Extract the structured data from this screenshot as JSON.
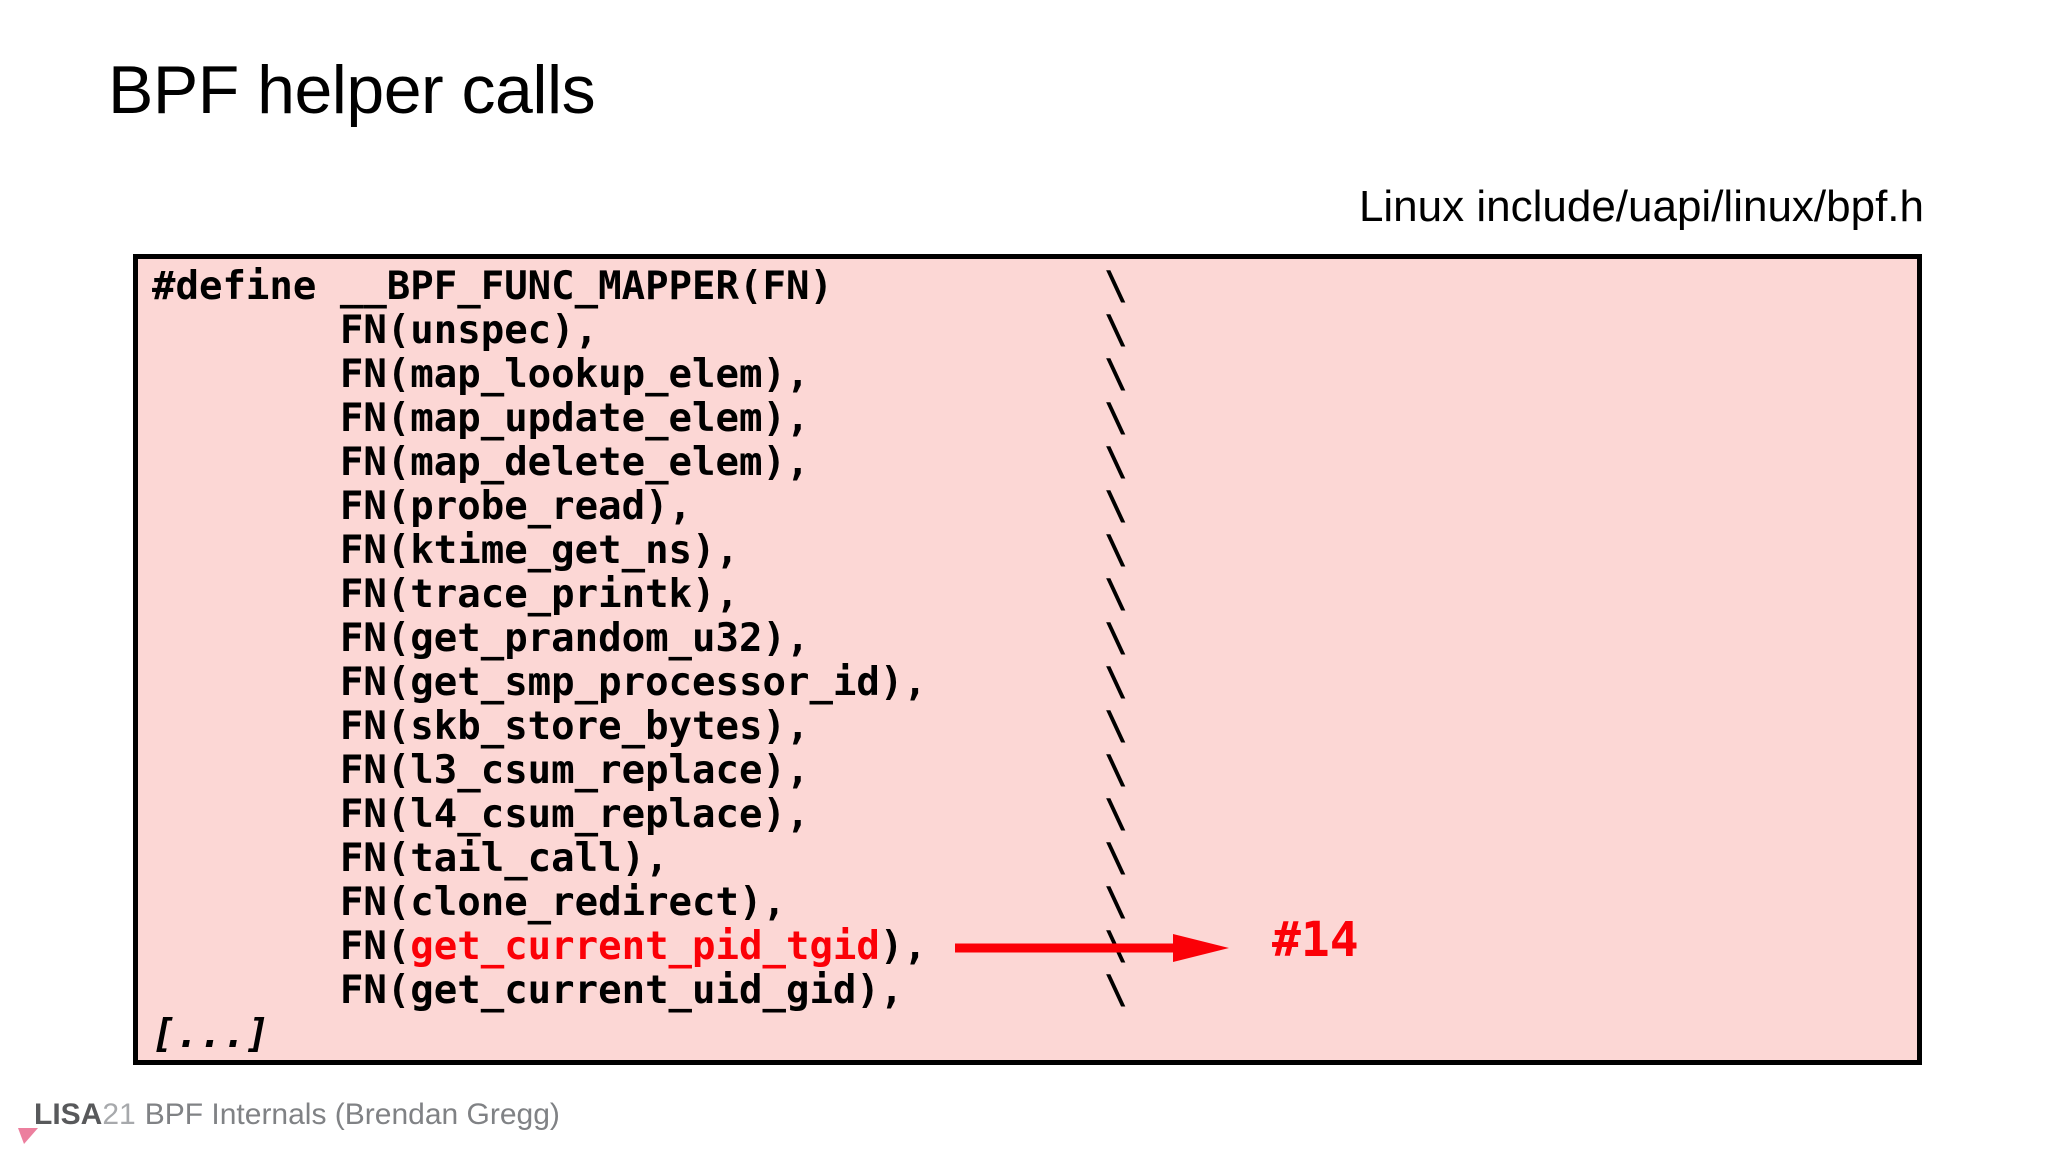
{
  "slide": {
    "title": "BPF helper calls",
    "source_caption": "Linux include/uapi/linux/bpf.h"
  },
  "code_block": {
    "background_color": "#fcd7d5",
    "border_color": "#000000",
    "text_color": "#000000",
    "highlight_color": "#fb0007",
    "continuation_char": "\\",
    "lines": [
      {
        "text": "#define __BPF_FUNC_MAPPER(FN)",
        "continuation": true,
        "highlight": null
      },
      {
        "text": "        FN(unspec),",
        "continuation": true,
        "highlight": null
      },
      {
        "text": "        FN(map_lookup_elem),",
        "continuation": true,
        "highlight": null
      },
      {
        "text": "        FN(map_update_elem),",
        "continuation": true,
        "highlight": null
      },
      {
        "text": "        FN(map_delete_elem),",
        "continuation": true,
        "highlight": null
      },
      {
        "text": "        FN(probe_read),",
        "continuation": true,
        "highlight": null
      },
      {
        "text": "        FN(ktime_get_ns),",
        "continuation": true,
        "highlight": null
      },
      {
        "text": "        FN(trace_printk),",
        "continuation": true,
        "highlight": null
      },
      {
        "text": "        FN(get_prandom_u32),",
        "continuation": true,
        "highlight": null
      },
      {
        "text": "        FN(get_smp_processor_id),",
        "continuation": true,
        "highlight": null
      },
      {
        "text": "        FN(skb_store_bytes),",
        "continuation": true,
        "highlight": null
      },
      {
        "text": "        FN(l3_csum_replace),",
        "continuation": true,
        "highlight": null
      },
      {
        "text": "        FN(l4_csum_replace),",
        "continuation": true,
        "highlight": null
      },
      {
        "text": "        FN(tail_call),",
        "continuation": true,
        "highlight": null
      },
      {
        "text": "        FN(clone_redirect),",
        "continuation": true,
        "highlight": null
      },
      {
        "text": "        FN(get_current_pid_tgid),",
        "continuation": true,
        "highlight": "get_current_pid_tgid"
      },
      {
        "text": "        FN(get_current_uid_gid),",
        "continuation": true,
        "highlight": null
      },
      {
        "text": "[...]",
        "continuation": false,
        "highlight": null,
        "italic": true
      }
    ]
  },
  "annotation": {
    "label": "#14",
    "color": "#fb0007",
    "points_to_line": "FN(get_current_pid_tgid),",
    "arrow_icon": "right-arrow-icon"
  },
  "footer": {
    "brand": "LISA",
    "year": "21",
    "text": "BPF Internals (Brendan Gregg)",
    "mark_color": "#ec7f9e"
  }
}
